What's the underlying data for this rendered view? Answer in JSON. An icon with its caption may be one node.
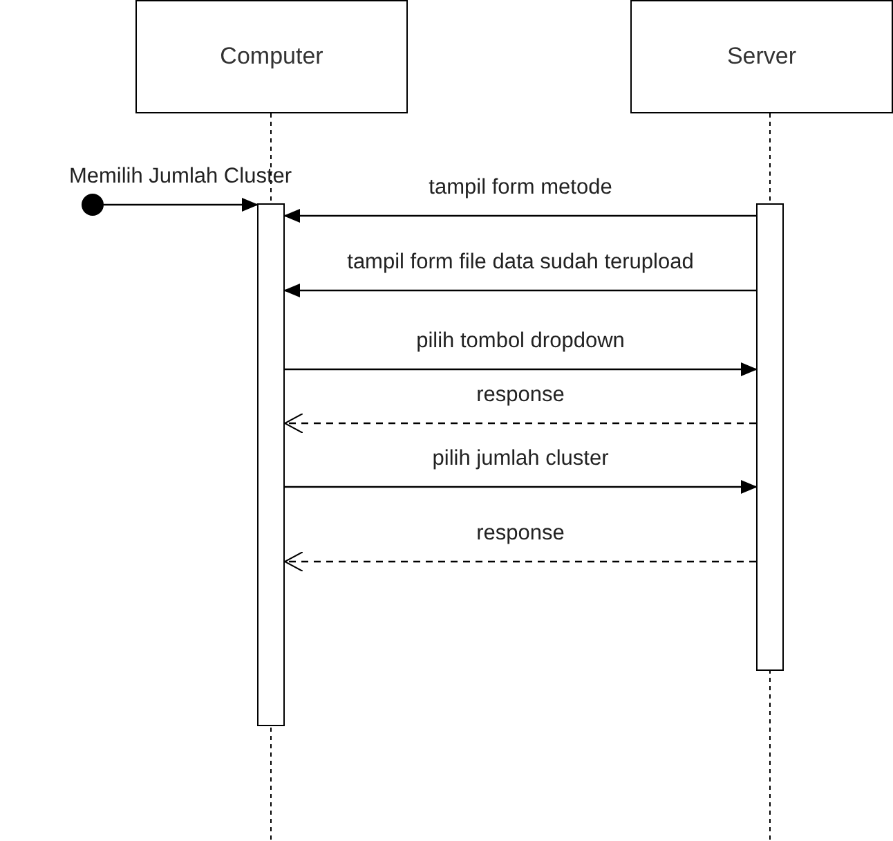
{
  "diagram": {
    "nodes": [
      {
        "text": [
          "Computer"
        ]
      },
      {
        "text": [
          "Server"
        ]
      },
      {
        "text": [],
        "shape": "bar"
      },
      {
        "text": [],
        "shape": "bar"
      },
      {
        "text": [],
        "shape": "circle"
      }
    ],
    "edges": [
      {
        "from": 4,
        "to": 2,
        "arrow": "to",
        "label": "Memilih Jumlah Cluster"
      },
      {
        "from": 3,
        "to": 2,
        "arrow": "to",
        "label": "tampil form metode"
      },
      {
        "from": 3,
        "to": 2,
        "arrow": "to",
        "label": "tampil form file data sudah terupload"
      },
      {
        "from": 2,
        "to": 3,
        "arrow": "to",
        "label": "pilih tombol dropdown"
      },
      {
        "from": 3,
        "to": 2,
        "arrow": "to",
        "label": "response",
        "style": "dashed"
      },
      {
        "from": 2,
        "to": 3,
        "arrow": "to",
        "label": "pilih jumlah cluster"
      },
      {
        "from": 3,
        "to": 2,
        "arrow": "to",
        "label": "response",
        "style": "dashed"
      }
    ]
  }
}
